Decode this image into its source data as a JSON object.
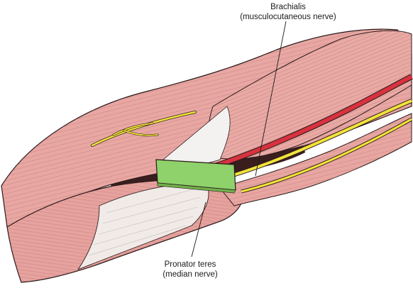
{
  "labels": {
    "brachialis": {
      "line1": "Brachialis",
      "line2": "(musculocutaneous nerve)"
    },
    "pronator_teres": {
      "line1": "Pronator teres",
      "line2": "(median nerve)"
    }
  },
  "colors": {
    "muscle": "#e8a7a3",
    "muscle_dark": "#d98c88",
    "tendon": "#f4f2f0",
    "nerve": "#f2e33a",
    "artery": "#d8323f",
    "retractor": "#8fd16a",
    "outline": "#2a1a1a"
  }
}
